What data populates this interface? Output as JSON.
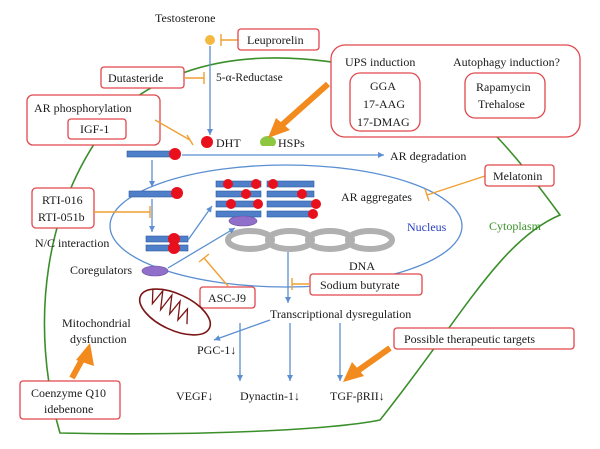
{
  "labels": {
    "testosterone": "Testosterone",
    "leuprorelin": "Leuprorelin",
    "dutasteride": "Dutasteride",
    "reductase": "5-α-Reductase",
    "ar_phosphorylation": "AR phosphorylation",
    "igf1": "IGF-1",
    "dht": "DHT",
    "hsps": "HSPs",
    "ar_degradation": "AR degradation",
    "ups_induction": "UPS induction",
    "gga": "GGA",
    "aag": "17-AAG",
    "dmag": "17-DMAG",
    "autophagy_induction": "Autophagy induction?",
    "rapamycin": "Rapamycin",
    "trehalose": "Trehalose",
    "melatonin": "Melatonin",
    "ar_aggregates": "AR aggregates",
    "nucleus": "Nucleus",
    "cytoplasm": "Cytoplasm",
    "rti016": "RTI-016",
    "rti051b": "RTI-051b",
    "nc_interaction": "N/C interaction",
    "dna": "DNA",
    "coregulators": "Coregulators",
    "ascj9": "ASC-J9",
    "sodium_butyrate": "Sodium butyrate",
    "mito1": "Mitochondrial",
    "mito2": "dysfunction",
    "transcriptional": "Transcriptional dysregulation",
    "pgc": "PGC-1↓",
    "possible_targets": "Possible therapeutic targets",
    "coq10_1": "Coenzyme Q10",
    "coq10_2": "idebenone",
    "vegf": "VEGF↓",
    "dynactin": "Dynactin-1↓",
    "tgf": "TGF-βRII↓"
  },
  "colors": {
    "box_border": "#e0474c",
    "arrow_blue": "#5b8fd1",
    "inhibitor_orange": "#f0a030",
    "big_arrow_orange": "#f28a1e",
    "cell_membrane": "#3a8f2a",
    "nucleus_membrane": "#5b8fd1",
    "receptor_bar": "#4f7fc8",
    "ligand_red": "#e8101c",
    "coregulator_purple": "#8f6fc9",
    "hsp_green": "#8dc63f",
    "testosterone_dot": "#f5b942",
    "mitochondrion": "#7a1616",
    "dna_gray": "#b0b0b0",
    "cytoplasm_text": "#3a8f2a",
    "nucleus_text": "#2a3fbf"
  }
}
